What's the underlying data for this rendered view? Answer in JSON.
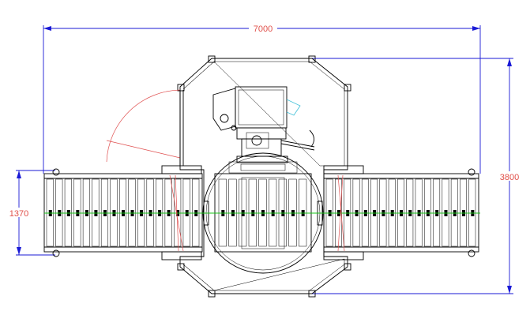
{
  "dimensions": {
    "width_label": "7000",
    "height_label": "3800",
    "conveyor_width_label": "1370"
  },
  "colors": {
    "dimension_line": "#1a1ad6",
    "dimension_text": "#e0504a",
    "centerline": "#19c419",
    "swing_arc": "#e05050",
    "drawing": "#000000"
  },
  "roller_counts": {
    "left_conveyor": 17,
    "right_conveyor": 17,
    "turntable": 9
  }
}
